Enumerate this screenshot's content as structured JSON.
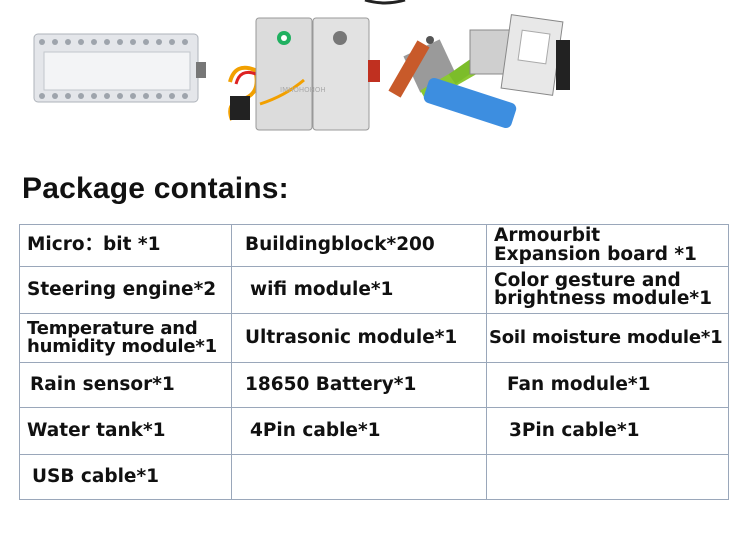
{
  "heading": "Package contains:",
  "photo_overlay_text": "IMHOHOHOH",
  "items": [
    [
      "Micro：bit *1",
      "Buildingblock*200",
      [
        "Armourbit",
        "Expansion board *1"
      ]
    ],
    [
      "Steering engine*2",
      "wifi module*1",
      [
        "Color gesture and",
        "brightness module*1"
      ]
    ],
    [
      [
        "Temperature and",
        "humidity module*1"
      ],
      "Ultrasonic module*1",
      "Soil moisture module*1"
    ],
    [
      "Rain sensor*1",
      "18650 Battery*1",
      "Fan module*1"
    ],
    [
      "Water tank*1",
      "4Pin cable*1",
      "3Pin cable*1"
    ],
    [
      "USB cable*1",
      "",
      ""
    ]
  ],
  "colors": {
    "table_border": "#9aa7ba",
    "text": "#111111"
  }
}
